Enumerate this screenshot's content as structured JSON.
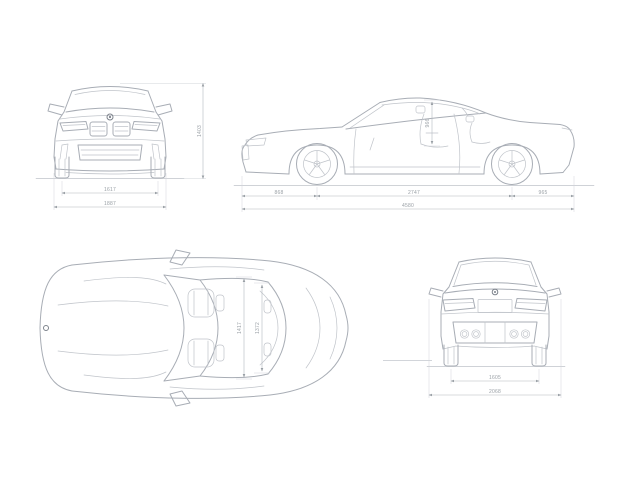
{
  "canvas": {
    "background": "#ffffff",
    "line_color": "#a8adb5",
    "detail_line_color": "#c0c4ca",
    "dimension_color": "#b3b7be",
    "text_color": "#9aa0a6"
  },
  "views": {
    "front": {
      "dims": {
        "track": "1617",
        "overall_width": "1887",
        "overall_height": "1403"
      }
    },
    "side": {
      "dims": {
        "front_overhang": "868",
        "wheelbase": "2747",
        "rear_overhang": "965",
        "overall_length": "4580",
        "cabin_height": "966"
      }
    },
    "top": {
      "dims": {
        "front_shoulder": "1417",
        "rear_shoulder": "1372"
      }
    },
    "rear": {
      "dims": {
        "rear_track": "1605",
        "width_mirrors": "2068"
      }
    }
  }
}
